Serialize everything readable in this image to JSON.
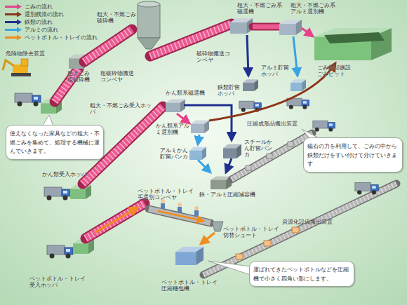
{
  "diagram": {
    "nodes": [
      {
        "text": [
          "使えなくなった家具などの粗大・不燃ごみを集めて、処理する機械に運んでいきます。"
        ]
      },
      {
        "text": [
          "磁石の力を利用して、ごみの中から鉄類だけをすい付けて分けていきます"
        ]
      },
      {
        "text": [
          "運ばれてきたペットボトルなどを圧縮機で小さく四角い形にします。"
        ]
      }
    ],
    "labels": [
      "粗大・不燃ごみ破砕機",
      "粗大・不燃ごみ系磁選機",
      "粗大・不燃ごみ系アルミ選別機",
      "危険物除去装置",
      "粗大ごみ粗破砕機",
      "粗破砕物搬送コンベヤ",
      "破砕物搬送コンベヤ",
      "アルミ貯留ホッパ",
      "ごみ焼却施設ごみピット",
      "鉄類貯留ホッパ",
      "粗大・不燃ごみ受入ホッパ",
      "かん類系磁選機",
      "圧縮成形品搬出装置",
      "かん類系アルミ選別機",
      "アルミかん貯留バンカ",
      "スチールかん貯留バンカ",
      "鉄・アルミ圧縮減容機",
      "かん類受入ホッパ",
      "ペットボトル・トレイ手選別コンベヤ",
      "資源化設備搬出装置",
      "ペットボトル・トレイ切替シュート",
      "ペットボトル・トレイ圧縮梱包機",
      "ペットボトル・トレイ受入ホッパ"
    ],
    "legend": [
      {
        "text": "ごみの流れ",
        "color": "#e8418a"
      },
      {
        "text": "選別残渣の流れ",
        "color": "#8a3516"
      },
      {
        "text": "鉄類の流れ",
        "color": "#1f2f8f"
      },
      {
        "text": "アルミの流れ",
        "color": "#3aa3e3"
      },
      {
        "text": "ペットボトル・トレイの流れ",
        "color": "#f28c1c"
      }
    ]
  }
}
